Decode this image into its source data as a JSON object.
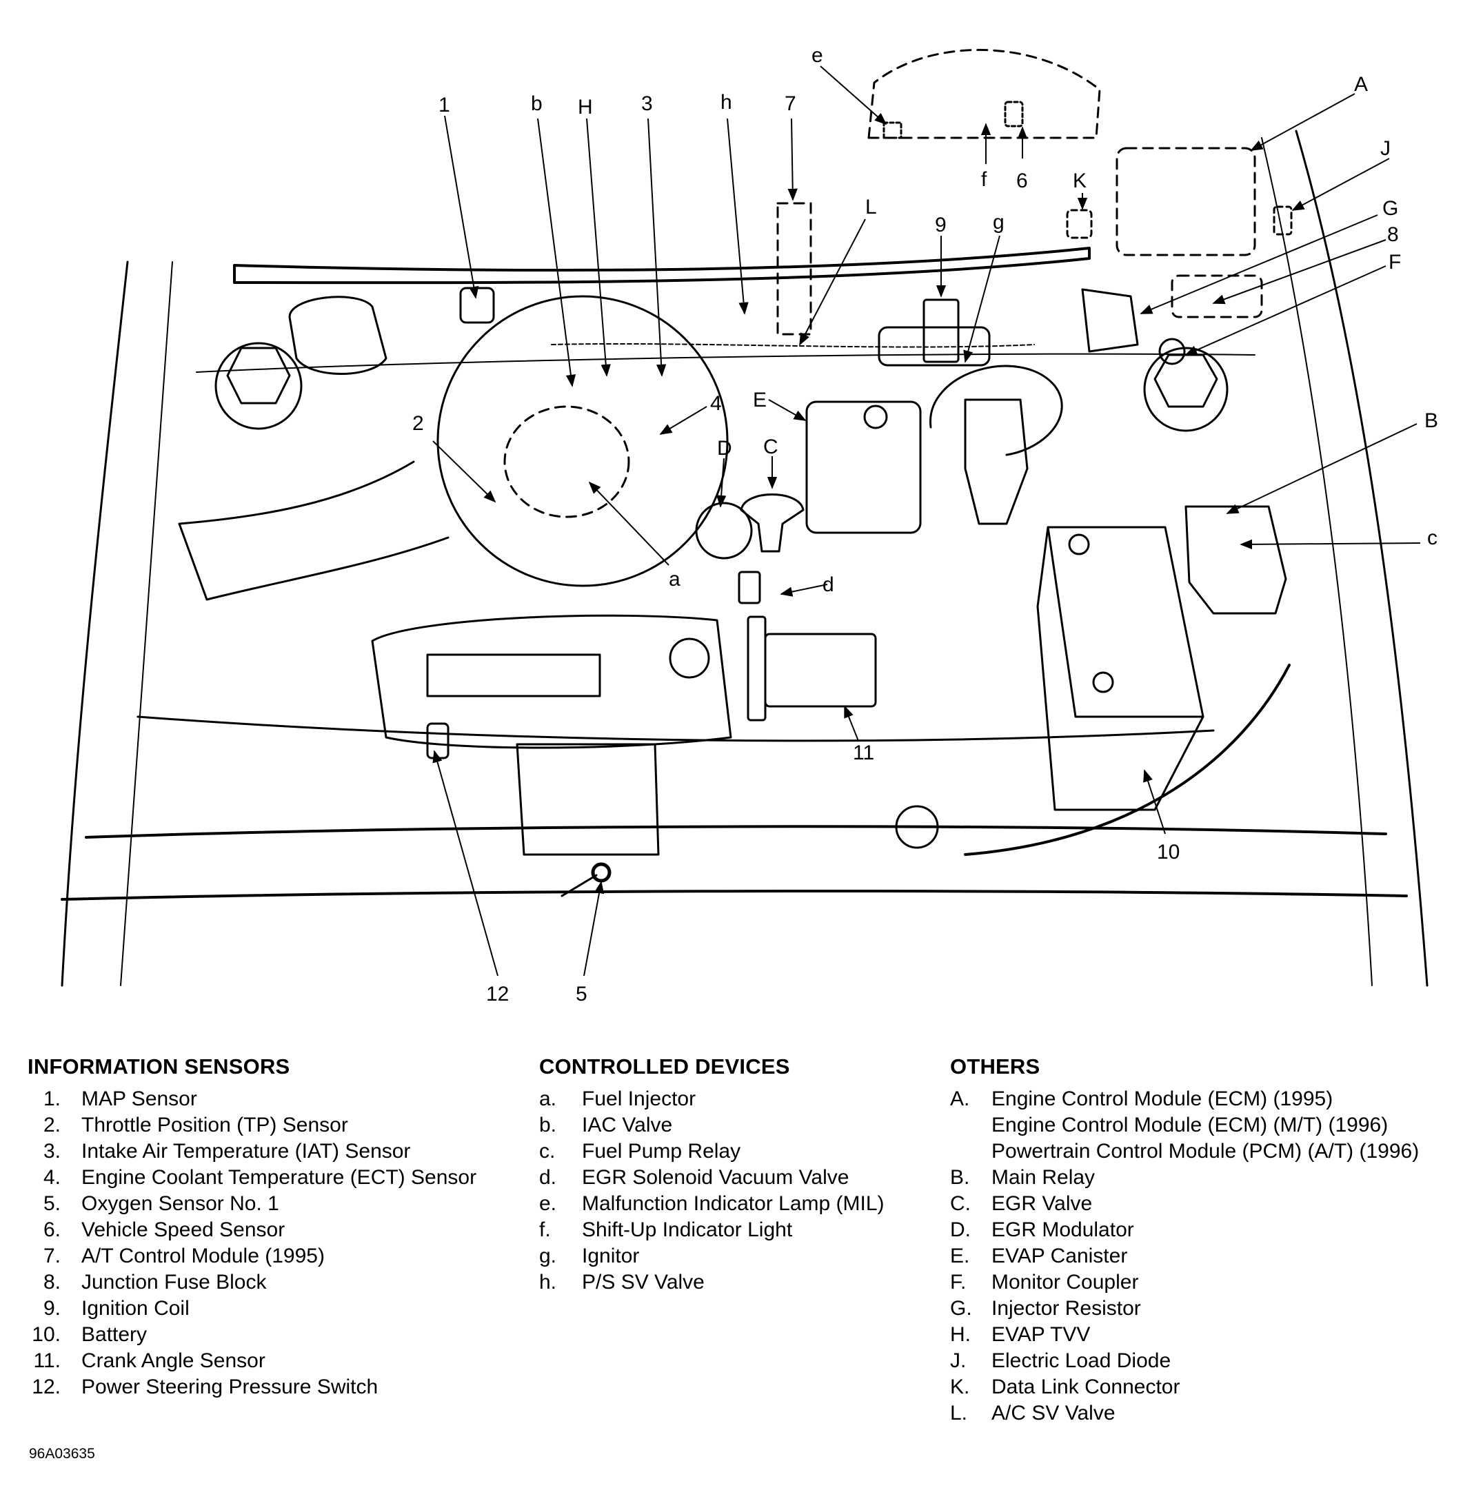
{
  "figure_id": "96A03635",
  "callouts": {
    "n1": "1",
    "n2": "2",
    "n3": "3",
    "n4": "4",
    "n5": "5",
    "n6": "6",
    "n7": "7",
    "n8": "8",
    "n9": "9",
    "n10": "10",
    "n11": "11",
    "n12": "12",
    "la": "a",
    "lb": "b",
    "lc": "c",
    "ld": "d",
    "le": "e",
    "lf": "f",
    "lg": "g",
    "lh": "h",
    "UA": "A",
    "UB": "B",
    "UC": "C",
    "UD": "D",
    "UE": "E",
    "UF": "F",
    "UG": "G",
    "UH": "H",
    "UJ": "J",
    "UK": "K",
    "UL": "L"
  },
  "legend": {
    "sensors": {
      "title": "INFORMATION SENSORS",
      "items": [
        {
          "key": "1.",
          "label": "MAP Sensor"
        },
        {
          "key": "2.",
          "label": "Throttle Position (TP) Sensor"
        },
        {
          "key": "3.",
          "label": "Intake Air Temperature (IAT) Sensor"
        },
        {
          "key": "4.",
          "label": "Engine Coolant Temperature (ECT) Sensor"
        },
        {
          "key": "5.",
          "label": "Oxygen Sensor No. 1"
        },
        {
          "key": "6.",
          "label": "Vehicle Speed Sensor"
        },
        {
          "key": "7.",
          "label": "A/T Control Module (1995)"
        },
        {
          "key": "8.",
          "label": "Junction Fuse Block"
        },
        {
          "key": "9.",
          "label": "Ignition Coil"
        },
        {
          "key": "10.",
          "label": "Battery"
        },
        {
          "key": "11.",
          "label": "Crank Angle Sensor"
        },
        {
          "key": "12.",
          "label": "Power Steering Pressure Switch"
        }
      ]
    },
    "devices": {
      "title": "CONTROLLED DEVICES",
      "items": [
        {
          "key": "a.",
          "label": "Fuel Injector"
        },
        {
          "key": "b.",
          "label": "IAC Valve"
        },
        {
          "key": "c.",
          "label": "Fuel Pump Relay"
        },
        {
          "key": "d.",
          "label": "EGR Solenoid Vacuum Valve"
        },
        {
          "key": "e.",
          "label": "Malfunction Indicator Lamp (MIL)"
        },
        {
          "key": "f.",
          "label": "Shift-Up Indicator Light"
        },
        {
          "key": "g.",
          "label": "Ignitor"
        },
        {
          "key": "h.",
          "label": "P/S SV Valve"
        }
      ]
    },
    "others": {
      "title": "OTHERS",
      "items": [
        {
          "key": "A.",
          "label": "Engine Control Module (ECM) (1995)"
        },
        {
          "key": "",
          "label": "Engine Control Module (ECM) (M/T) (1996)"
        },
        {
          "key": "",
          "label": "Powertrain Control Module (PCM) (A/T) (1996)"
        },
        {
          "key": "B.",
          "label": "Main Relay"
        },
        {
          "key": "C.",
          "label": "EGR Valve"
        },
        {
          "key": "D.",
          "label": "EGR Modulator"
        },
        {
          "key": "E.",
          "label": "EVAP Canister"
        },
        {
          "key": "F.",
          "label": "Monitor Coupler"
        },
        {
          "key": "G.",
          "label": "Injector Resistor"
        },
        {
          "key": "H.",
          "label": "EVAP TVV"
        },
        {
          "key": "J.",
          "label": "Electric Load Diode"
        },
        {
          "key": "K.",
          "label": "Data Link Connector"
        },
        {
          "key": "L.",
          "label": "A/C SV Valve"
        }
      ]
    }
  }
}
